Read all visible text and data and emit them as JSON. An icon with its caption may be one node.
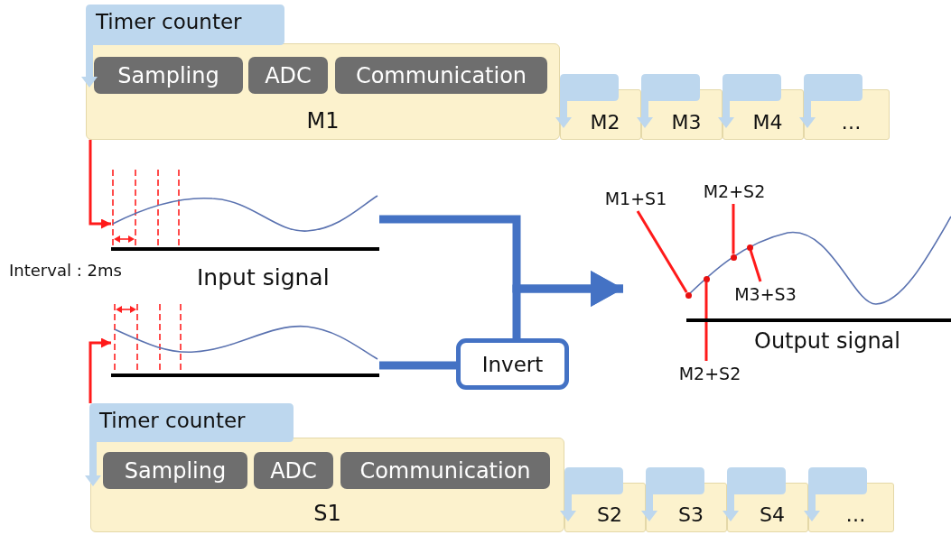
{
  "diagram": {
    "nodes": [
      {
        "text": [
          "M1"
        ]
      },
      {
        "text": [
          "Timer counter"
        ]
      },
      {
        "text": [
          "Sampling"
        ],
        "in": 0
      },
      {
        "text": [
          "ADC"
        ],
        "in": 0
      },
      {
        "text": [
          "Communication"
        ],
        "in": 0
      },
      {
        "text": [
          "M2"
        ]
      },
      {
        "text": [
          "M3"
        ]
      },
      {
        "text": [
          "M4"
        ]
      },
      {
        "text": [
          "…"
        ]
      },
      {
        "text": [],
        "shape": "box"
      },
      {
        "text": [],
        "shape": "box"
      },
      {
        "text": [],
        "shape": "box"
      },
      {
        "text": [],
        "shape": "box"
      },
      {
        "text": [],
        "shape": "picture"
      },
      {
        "text": [],
        "shape": "picture"
      },
      {
        "text": [
          "Invert"
        ]
      },
      {
        "text": [],
        "shape": "picture",
        "beside": [
          "Output signal"
        ]
      },
      {
        "text": [
          "M1+S1"
        ]
      },
      {
        "text": [
          "M2+S2"
        ]
      },
      {
        "text": [
          "M3+S3"
        ],
        "in": 16
      },
      {
        "text": [
          "M2+S2"
        ]
      },
      {
        "text": [
          "S1"
        ]
      },
      {
        "text": [
          "Timer counter"
        ]
      },
      {
        "text": [
          "Sampling"
        ],
        "in": 21
      },
      {
        "text": [
          "ADC"
        ],
        "in": 21
      },
      {
        "text": [
          "Communication"
        ],
        "in": 21
      },
      {
        "text": [
          "S2"
        ]
      },
      {
        "text": [
          "S3"
        ]
      },
      {
        "text": [
          "S4"
        ]
      },
      {
        "text": [
          "…"
        ]
      },
      {
        "text": [],
        "shape": "box"
      },
      {
        "text": [],
        "shape": "box"
      },
      {
        "text": [],
        "shape": "box"
      },
      {
        "text": [],
        "shape": "box"
      },
      {
        "text": [],
        "shape": "circle",
        "in": 16
      },
      {
        "text": [],
        "shape": "circle",
        "in": 16
      },
      {
        "text": [],
        "shape": "circle",
        "in": 16
      },
      {
        "text": [],
        "shape": "circle",
        "in": 16
      }
    ],
    "edges": [
      {
        "from": 0,
        "to": 13,
        "arrow": "to"
      },
      {
        "from": 22,
        "to": 14,
        "arrow": "to"
      },
      {
        "from": 13,
        "to": 16,
        "arrow": "to",
        "style": "thick",
        "color": "#4472c4"
      },
      {
        "from": 14,
        "to": 15,
        "arrow": "none",
        "style": "thick",
        "color": "#4472c4"
      },
      {
        "from": 15,
        "to": 16,
        "arrow": "to",
        "style": "thick",
        "color": "#4472c4"
      },
      {
        "from": 17,
        "to": 34,
        "arrow": "none"
      },
      {
        "from": 18,
        "to": 36,
        "arrow": "none"
      },
      {
        "from": 19,
        "to": 37,
        "arrow": "none"
      },
      {
        "from": 20,
        "to": 35,
        "arrow": "none"
      }
    ],
    "labels": [
      "Interval : 2ms",
      "Input signal"
    ]
  }
}
